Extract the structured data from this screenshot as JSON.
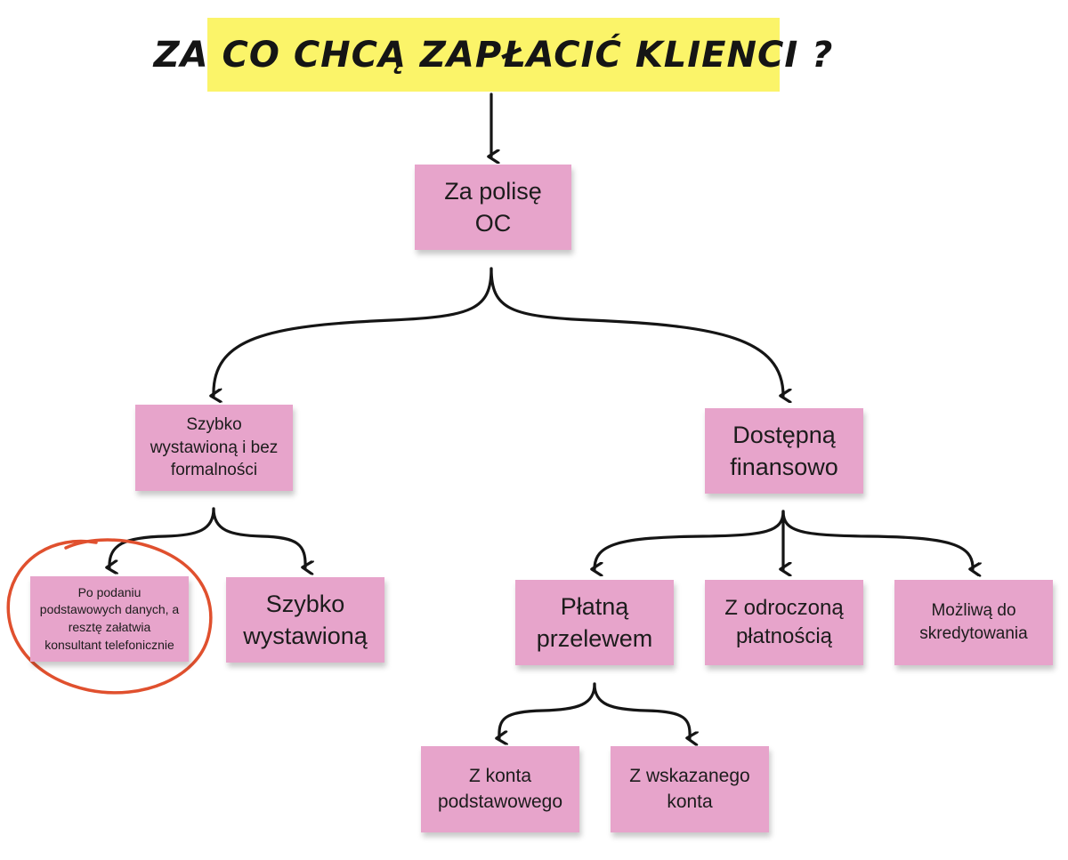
{
  "title": "Za co chcą zapłacić klienci ?",
  "nodes": {
    "root": "Za polisę OC",
    "fast_issue": "Szybko wystawioną i bez formalności",
    "affordable": "Dostępną finansowo",
    "basic_data": "Po podaniu podstawowych danych, a resztę załatwia konsultant telefonicznie",
    "fast_issued": "Szybko wystawioną",
    "transfer": "Płatną przelewem",
    "deferred": "Z odroczoną płatnością",
    "credit": "Możliwą do skredytowania",
    "basic_account": "Z konta podstawowego",
    "chosen_account": "Z wskazanego konta"
  },
  "colors": {
    "title_bg": "#fbf469",
    "note_bg": "#e7a4cb",
    "arrow": "#151515",
    "highlight_circle": "#e0502e"
  }
}
